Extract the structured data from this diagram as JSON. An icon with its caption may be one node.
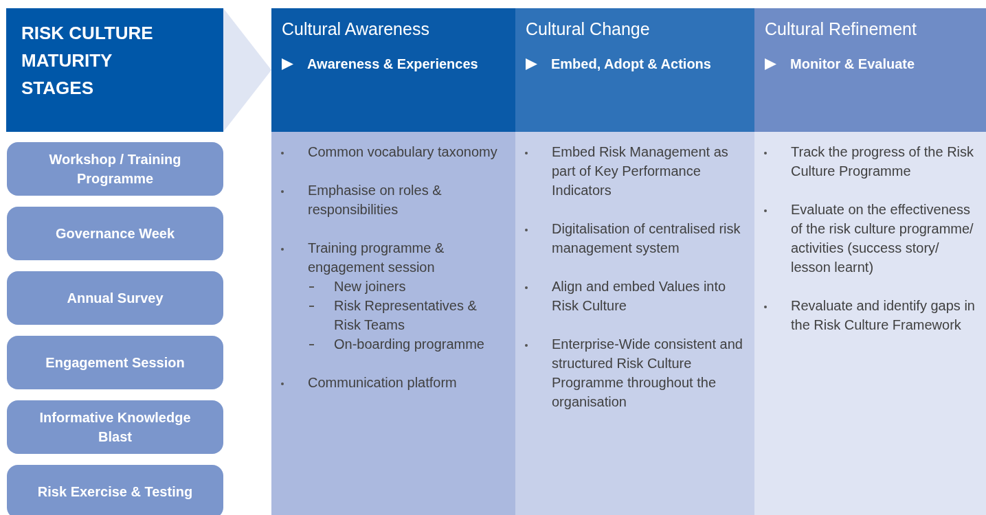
{
  "diagram": {
    "nodes": [
      {
        "text": [
          "RISK CULTURE MATURITY STAGES"
        ]
      },
      {
        "text": [],
        "shape": "chevron"
      },
      {
        "text": [
          "Cultural Awareness",
          "Awareness & Experiences"
        ]
      },
      {
        "text": [
          "Cultural Change",
          "Embed, Adopt & Actions"
        ]
      },
      {
        "text": [
          "Cultural Refinement",
          "Monitor & Evaluate"
        ]
      },
      {
        "text": [
          "Workshop / Training Programme"
        ]
      },
      {
        "text": [
          "Governance Week"
        ]
      },
      {
        "text": [
          "Annual Survey"
        ]
      },
      {
        "text": [
          "Engagement Session"
        ]
      },
      {
        "text": [
          "Informative Knowledge Blast"
        ]
      },
      {
        "text": [
          "Risk Exercise & Testing"
        ]
      },
      {
        "text": [],
        "shape": "box"
      },
      {
        "text": [
          "Common vocabulary taxonomy"
        ],
        "in": 11
      },
      {
        "text": [
          "Emphasise on roles & responsibilities"
        ],
        "in": 11
      },
      {
        "text": [
          "Training programme & engagement session",
          "New joiners",
          "Risk Representatives & Risk Teams",
          "On-boarding programme"
        ],
        "in": 11
      },
      {
        "text": [
          "Communication platform"
        ],
        "in": 11
      },
      {
        "text": [],
        "shape": "box"
      },
      {
        "text": [
          "Embed Risk Management as part of Key Performance Indicators"
        ],
        "in": 16
      },
      {
        "text": [
          "Digitalisation of centralised risk management system"
        ],
        "in": 16
      },
      {
        "text": [
          "Align and embed Values into Risk Culture"
        ],
        "in": 16
      },
      {
        "text": [
          "Enterprise-Wide consistent and structured Risk Culture Programme throughout the organisation"
        ],
        "in": 16
      },
      {
        "text": [],
        "shape": "box"
      },
      {
        "text": [
          "Track the progress of the Risk Culture Programme"
        ],
        "in": 21
      },
      {
        "text": [
          "Evaluate on the effectiveness of the risk culture programme/ activities (success story/ lesson learnt)"
        ],
        "in": 21
      },
      {
        "text": [
          "Revaluate and identify gaps in the Risk Culture Framework"
        ],
        "in": 21
      }
    ]
  }
}
